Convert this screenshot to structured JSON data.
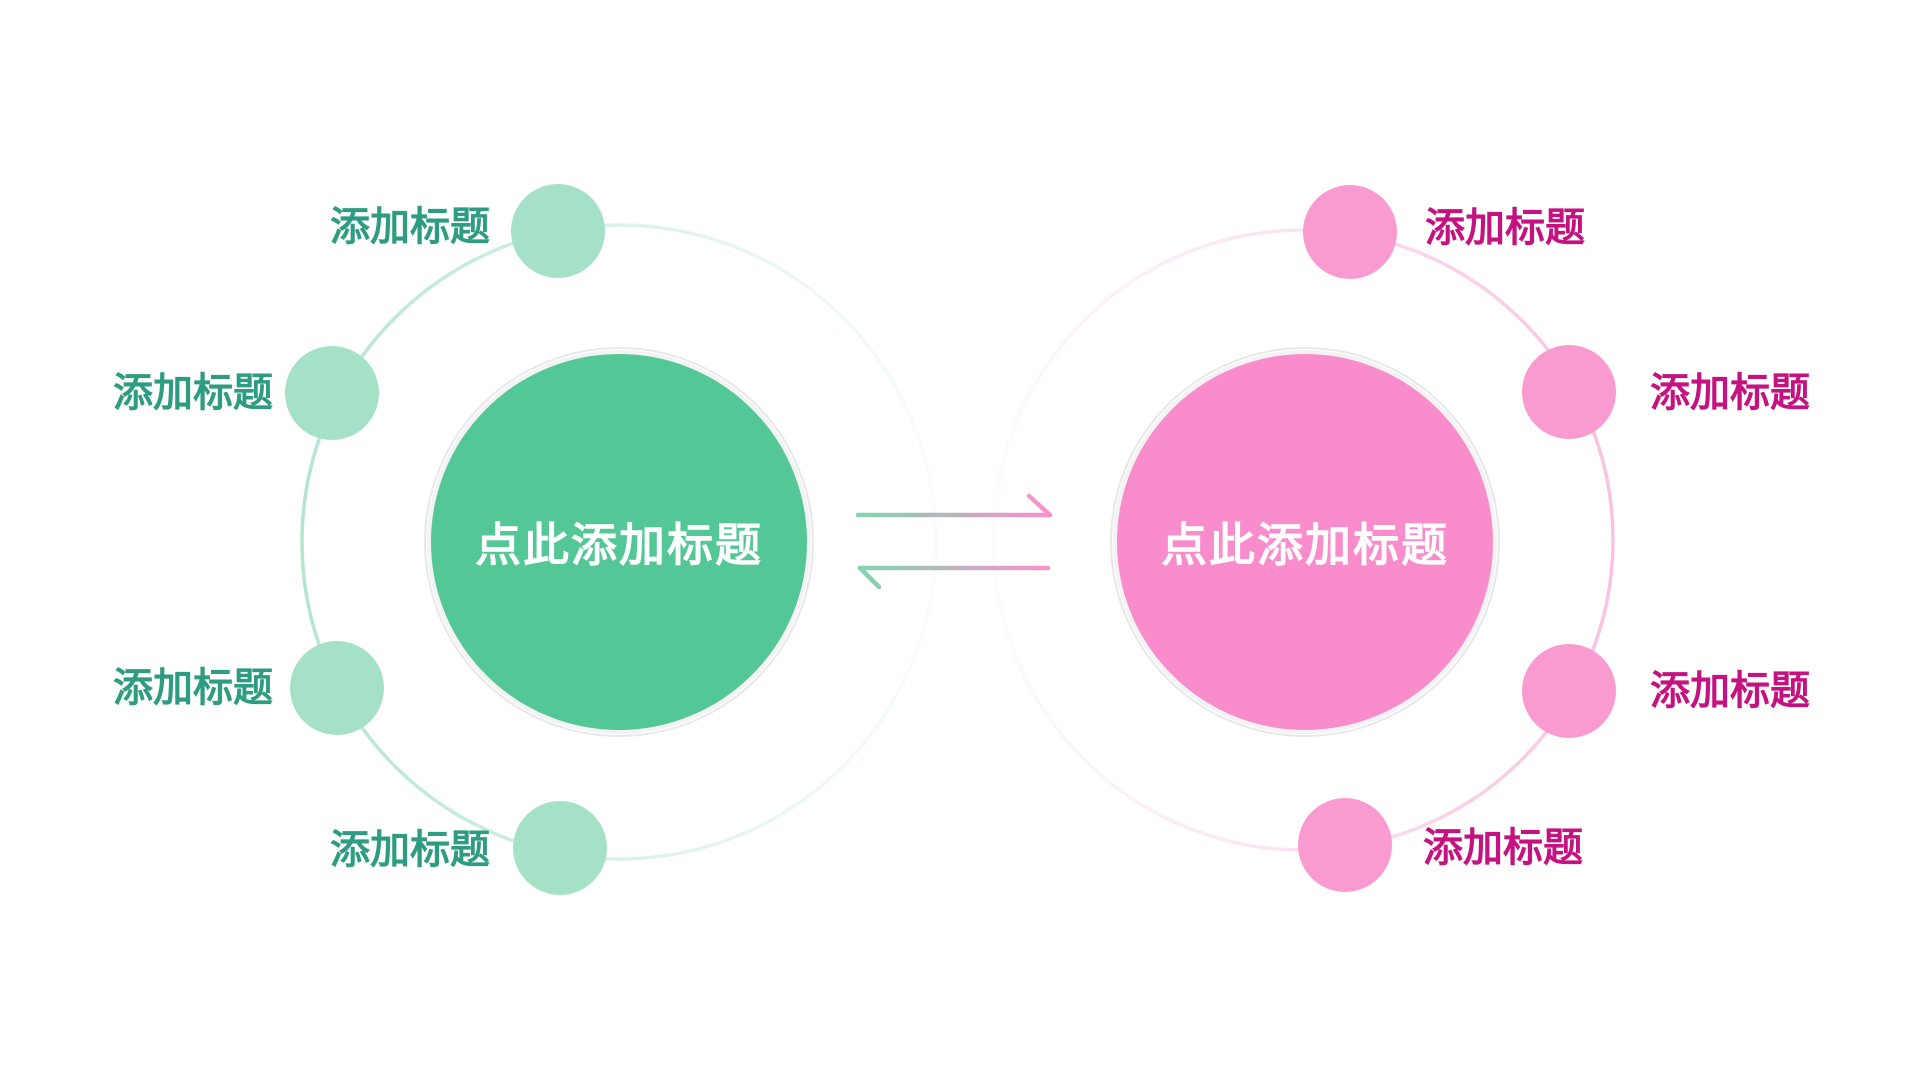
{
  "slide": {
    "background": "#ffffff",
    "description": "two-group orbital circles diagram with exchange arrows"
  },
  "left_group": {
    "center_label": "点此添加标题",
    "labels": [
      "添加标题",
      "添加标题",
      "添加标题",
      "添加标题"
    ],
    "colors": {
      "main_circle": "#53c795",
      "satellite": "#a5e1c6",
      "ring": "#b4e5ce",
      "label_text": "#2d9c80",
      "center_text": "#ffffff",
      "halo": "#ebebeb"
    }
  },
  "right_group": {
    "center_label": "点此添加标题",
    "labels": [
      "添加标题",
      "添加标题",
      "添加标题",
      "添加标题"
    ],
    "colors": {
      "main_circle": "#f98ccb",
      "satellite": "#f99bd1",
      "ring": "#f9c2e2",
      "label_text": "#c41380",
      "center_text": "#ffffff",
      "halo": "#ebebeb"
    }
  },
  "arrows": {
    "gradient_start": "#7fd6ae",
    "gradient_end": "#fa90cb"
  }
}
